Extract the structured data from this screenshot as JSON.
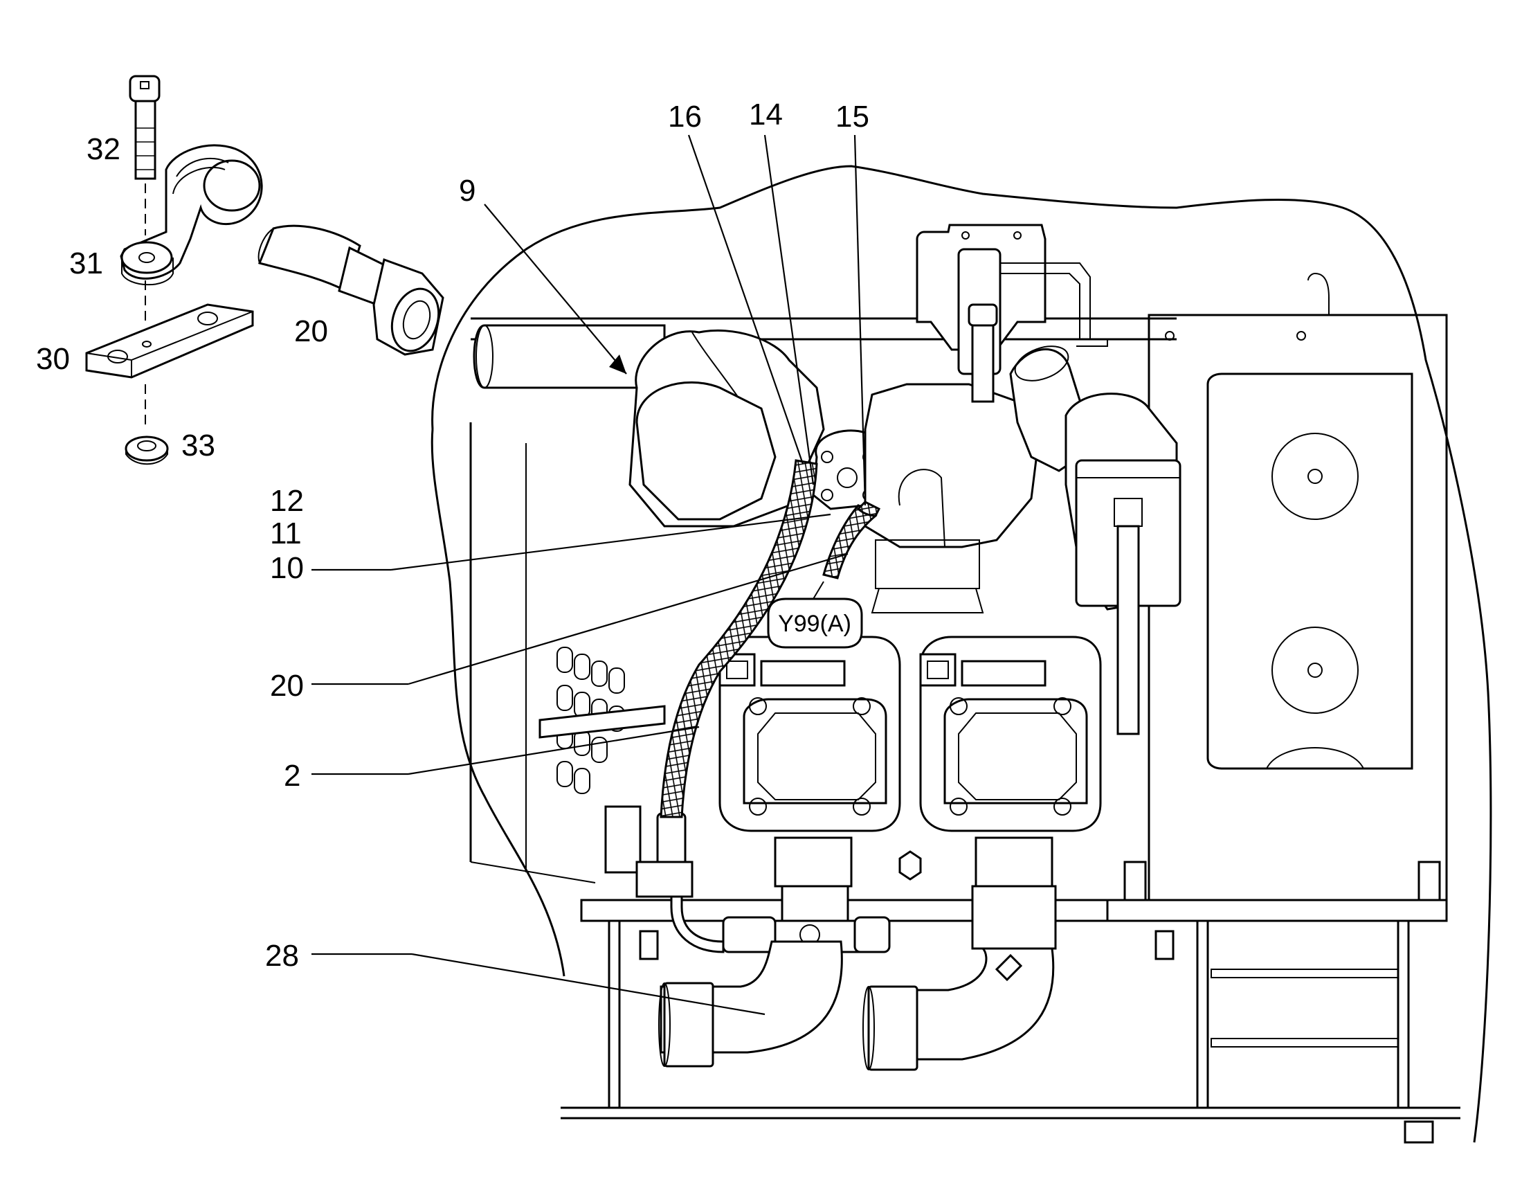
{
  "callouts": {
    "c32": "32",
    "c31": "31",
    "c30": "30",
    "c33": "33",
    "c20_detail": "20",
    "c9": "9",
    "c16": "16",
    "c14": "14",
    "c15": "15",
    "c12": "12",
    "c11": "11",
    "c10": "10",
    "c20": "20",
    "c2": "2",
    "c28": "28"
  },
  "tag": {
    "label": "Y99(A)"
  }
}
